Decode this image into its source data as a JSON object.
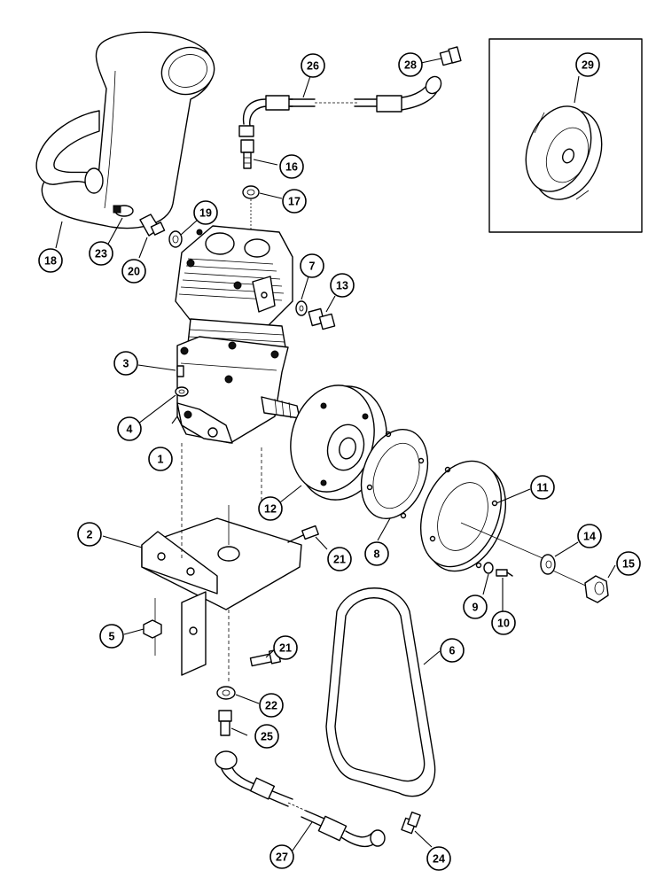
{
  "callouts": [
    {
      "id": "c1",
      "label": "1"
    },
    {
      "id": "c2",
      "label": "2"
    },
    {
      "id": "c3",
      "label": "3"
    },
    {
      "id": "c4",
      "label": "4"
    },
    {
      "id": "c5",
      "label": "5"
    },
    {
      "id": "c6",
      "label": "6"
    },
    {
      "id": "c7",
      "label": "7"
    },
    {
      "id": "c8",
      "label": "8"
    },
    {
      "id": "c9",
      "label": "9"
    },
    {
      "id": "c10",
      "label": "10"
    },
    {
      "id": "c11",
      "label": "11"
    },
    {
      "id": "c12",
      "label": "12"
    },
    {
      "id": "c13",
      "label": "13"
    },
    {
      "id": "c14",
      "label": "14"
    },
    {
      "id": "c15",
      "label": "15"
    },
    {
      "id": "c16",
      "label": "16"
    },
    {
      "id": "c17",
      "label": "17"
    },
    {
      "id": "c18",
      "label": "18"
    },
    {
      "id": "c19",
      "label": "19"
    },
    {
      "id": "c20",
      "label": "20"
    },
    {
      "id": "c21a",
      "label": "21"
    },
    {
      "id": "c21b",
      "label": "21"
    },
    {
      "id": "c22",
      "label": "22"
    },
    {
      "id": "c23",
      "label": "23"
    },
    {
      "id": "c24",
      "label": "24"
    },
    {
      "id": "c25",
      "label": "25"
    },
    {
      "id": "c26",
      "label": "26"
    },
    {
      "id": "c27",
      "label": "27"
    },
    {
      "id": "c28",
      "label": "28"
    },
    {
      "id": "c29",
      "label": "29"
    }
  ]
}
